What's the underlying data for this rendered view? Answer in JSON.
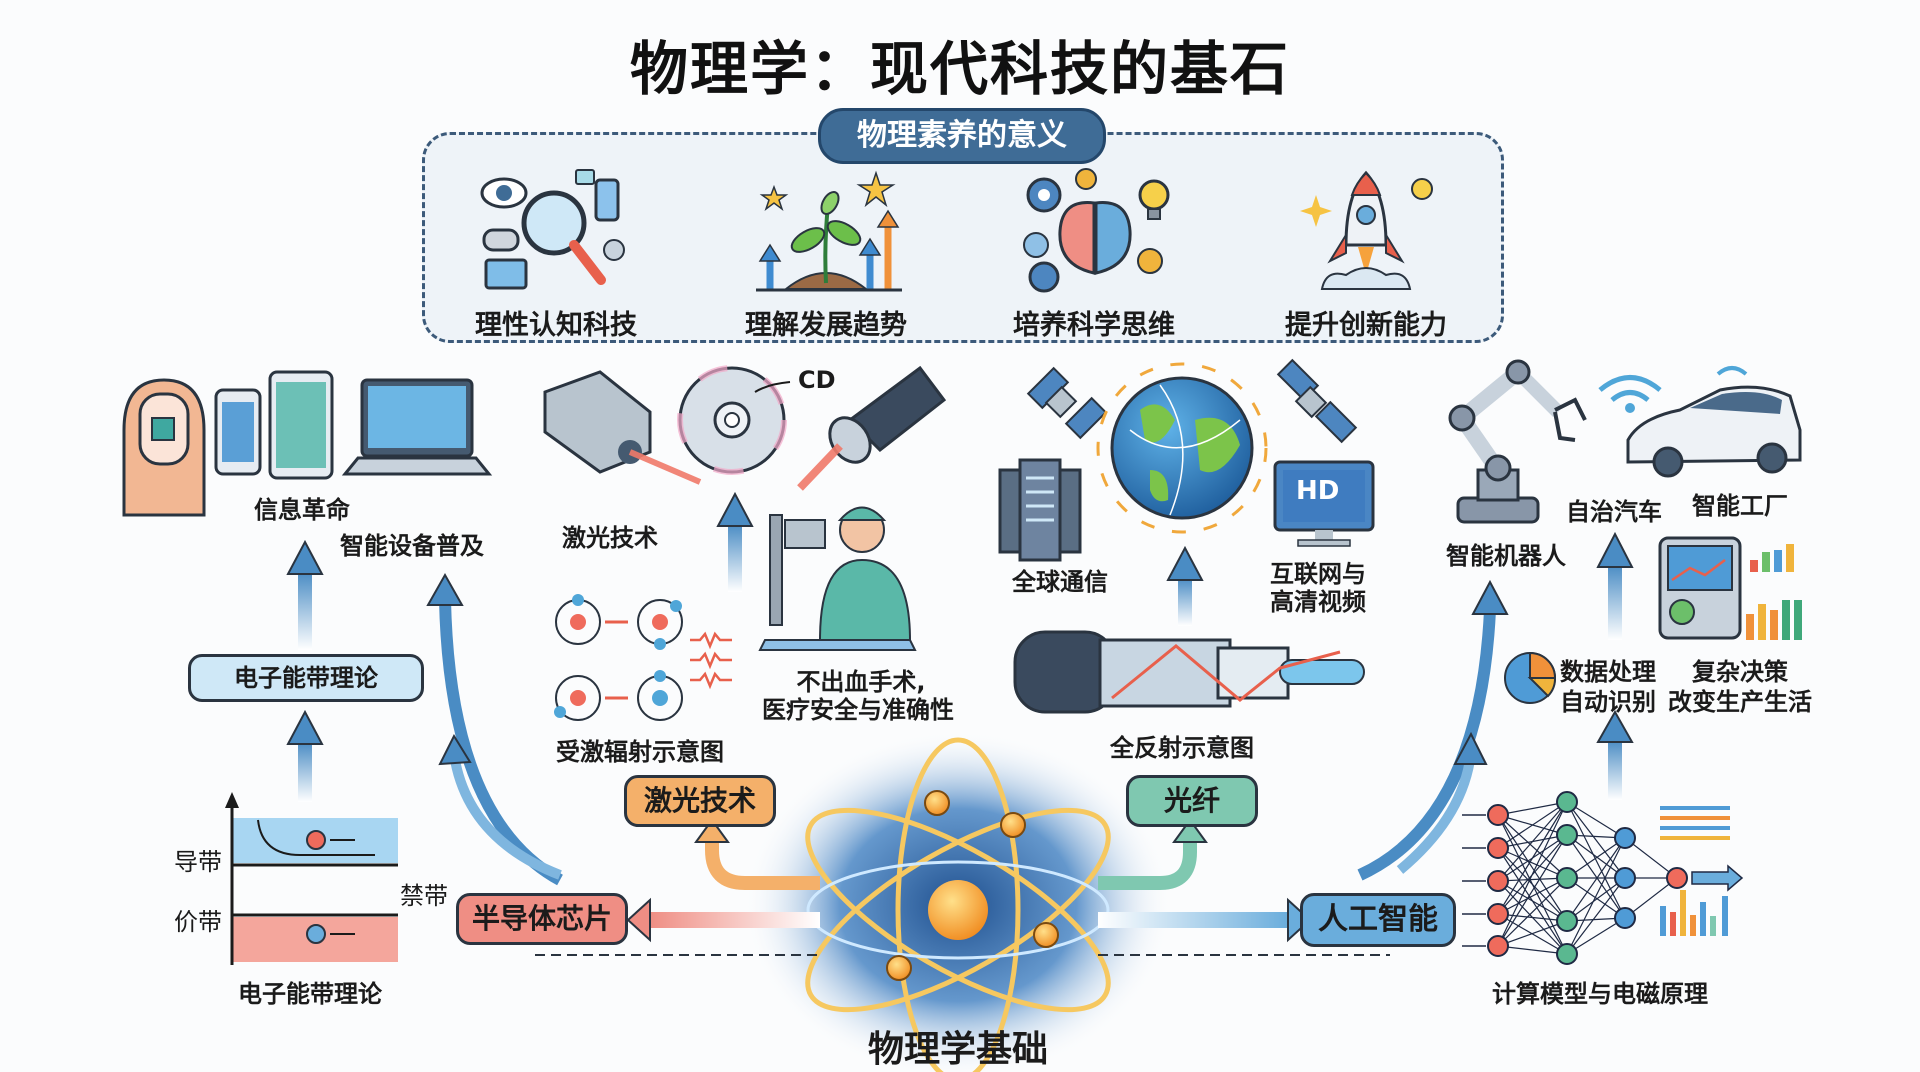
{
  "title": "物理学：现代科技的基石",
  "literacy": {
    "header": "物理素养的意义",
    "items": [
      {
        "label": "理性认知科技",
        "icon": "magnifier-devices-icon"
      },
      {
        "label": "理解发展趋势",
        "icon": "sprout-arrows-icon"
      },
      {
        "label": "培养科学思维",
        "icon": "brain-gears-icon"
      },
      {
        "label": "提升创新能力",
        "icon": "rocket-icon"
      }
    ]
  },
  "center": {
    "label": "物理学基础",
    "icon": "atom-icon"
  },
  "branches": {
    "semiconductor": {
      "node": "半导体芯片",
      "theory_node": "电子能带理论",
      "band_diagram": {
        "conduction": "导带",
        "forbidden": "禁带",
        "valence": "价带",
        "caption": "电子能带理论"
      },
      "outcome_1": "信息革命",
      "outcome_2": "智能设备普及"
    },
    "laser": {
      "node": "激光技术",
      "title": "激光技术",
      "cd_label": "CD",
      "diagram_caption": "受激辐射示意图",
      "surgery_line_1": "不出血手术,",
      "surgery_line_2": "医疗安全与准确性"
    },
    "fiber": {
      "node": "光纤",
      "diagram_caption": "全反射示意图",
      "global_comm": "全球通信",
      "internet_line_1": "互联网与",
      "internet_line_2": "高清视频",
      "hd_label": "HD"
    },
    "ai": {
      "node": "人工智能",
      "network_caption": "计算模型与电磁原理",
      "robot": "智能机器人",
      "car": "自治汽车",
      "factory": "智能工厂",
      "data_line_1": "数据处理",
      "data_line_2": "自动识别",
      "decision_line_1": "复杂决策",
      "decision_line_2": "改变生产生活"
    }
  },
  "colors": {
    "laser": "#f4b06a",
    "fiber": "#7fc8b0",
    "semiconductor": "#ef8e84",
    "ai": "#6aaddc",
    "arrow_blue": "#4a8cc4",
    "literacy_header": "#3f6c96"
  }
}
